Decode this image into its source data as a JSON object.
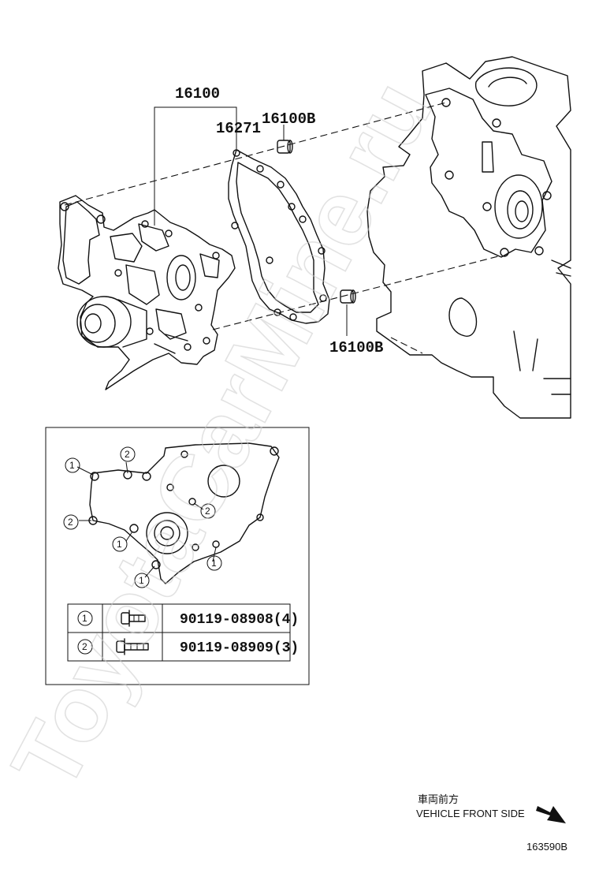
{
  "callouts": {
    "water_pump": "16100",
    "gasket": "16271",
    "dowel_upper": "16100B",
    "dowel_lower": "16100B"
  },
  "detail_view": {
    "bolt_marker_1": "1",
    "bolt_marker_2": "2",
    "table": [
      {
        "marker": "1",
        "part": "90119-08908(4)"
      },
      {
        "marker": "2",
        "part": "90119-08909(3)"
      }
    ]
  },
  "footer": {
    "orientation_jp": "車両前方",
    "orientation_en": "VEHICLE FRONT SIDE",
    "figure_id": "163590B"
  },
  "watermark": "ToyotaCarMine.ru",
  "icons": {
    "arrow": "front-direction-arrow-icon",
    "bolt": "flange-bolt-icon"
  }
}
